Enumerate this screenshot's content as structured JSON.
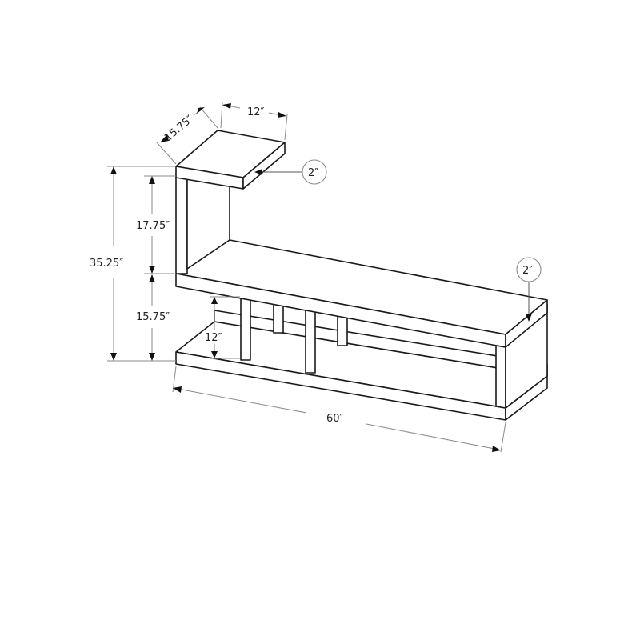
{
  "diagram": {
    "type": "furniture-dimension-drawing",
    "subject": "tiered TV stand / console with cantilevered top shelf",
    "dimensions": {
      "top_shelf_depth": "15.75″",
      "top_shelf_width": "12″",
      "top_shelf_thickness": "2″",
      "upper_height": "17.75″",
      "total_height": "35.25″",
      "lower_height": "15.75″",
      "inner_clearance": "12″",
      "main_shelf_thickness": "2″",
      "total_width": "60″"
    },
    "colors": {
      "outline": "#1a1a1a",
      "dimension_line": "#8a8a8a",
      "background": "#ffffff"
    }
  }
}
